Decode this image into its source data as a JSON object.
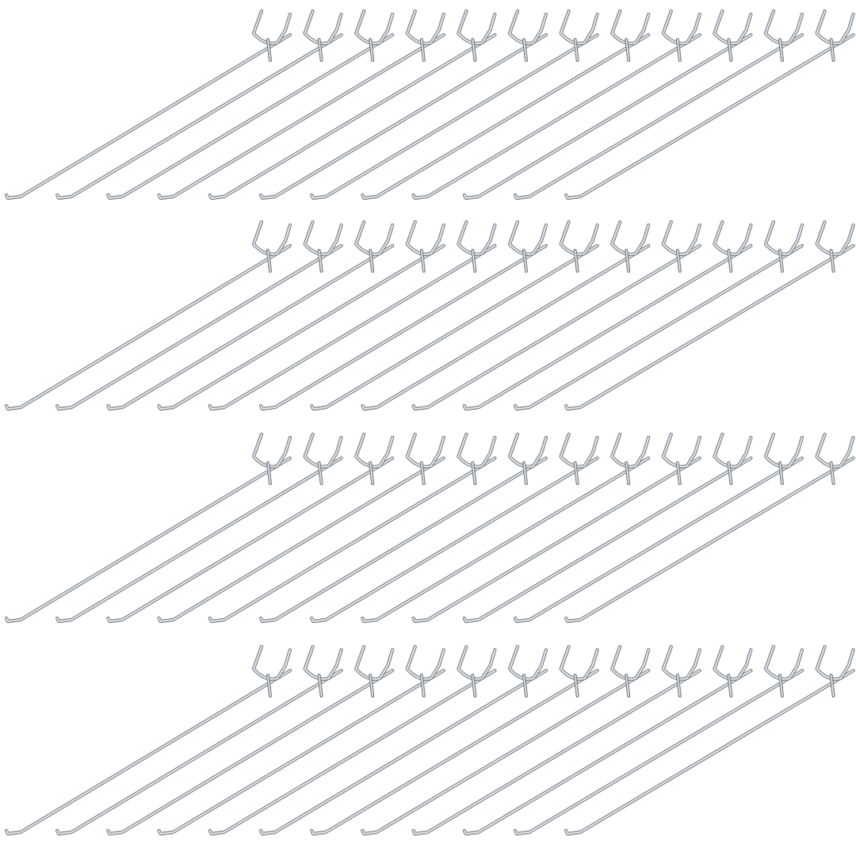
{
  "scene": {
    "subject": "pegboard-hooks",
    "rows": 4,
    "hooks_per_row": 12,
    "total_hooks": 48,
    "colors": {
      "background": "#ffffff",
      "wire_highlight": "#f4f6f8",
      "wire_mid": "#b9c0c6",
      "wire_shadow": "#6f767c"
    }
  }
}
